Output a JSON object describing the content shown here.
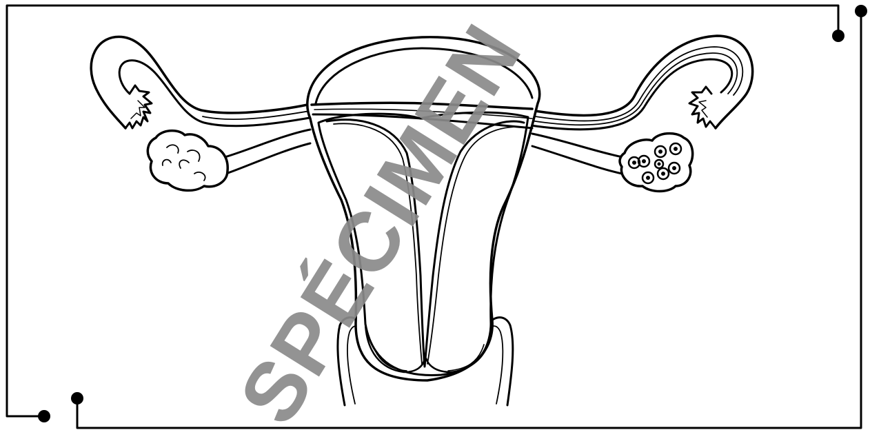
{
  "diagram": {
    "subject": "uterus",
    "line_color": "#000000",
    "background_color": "#ffffff"
  },
  "watermark": {
    "text": "SPÉCIMEN",
    "color": "#8a8a8a",
    "opacity": 0.92
  }
}
